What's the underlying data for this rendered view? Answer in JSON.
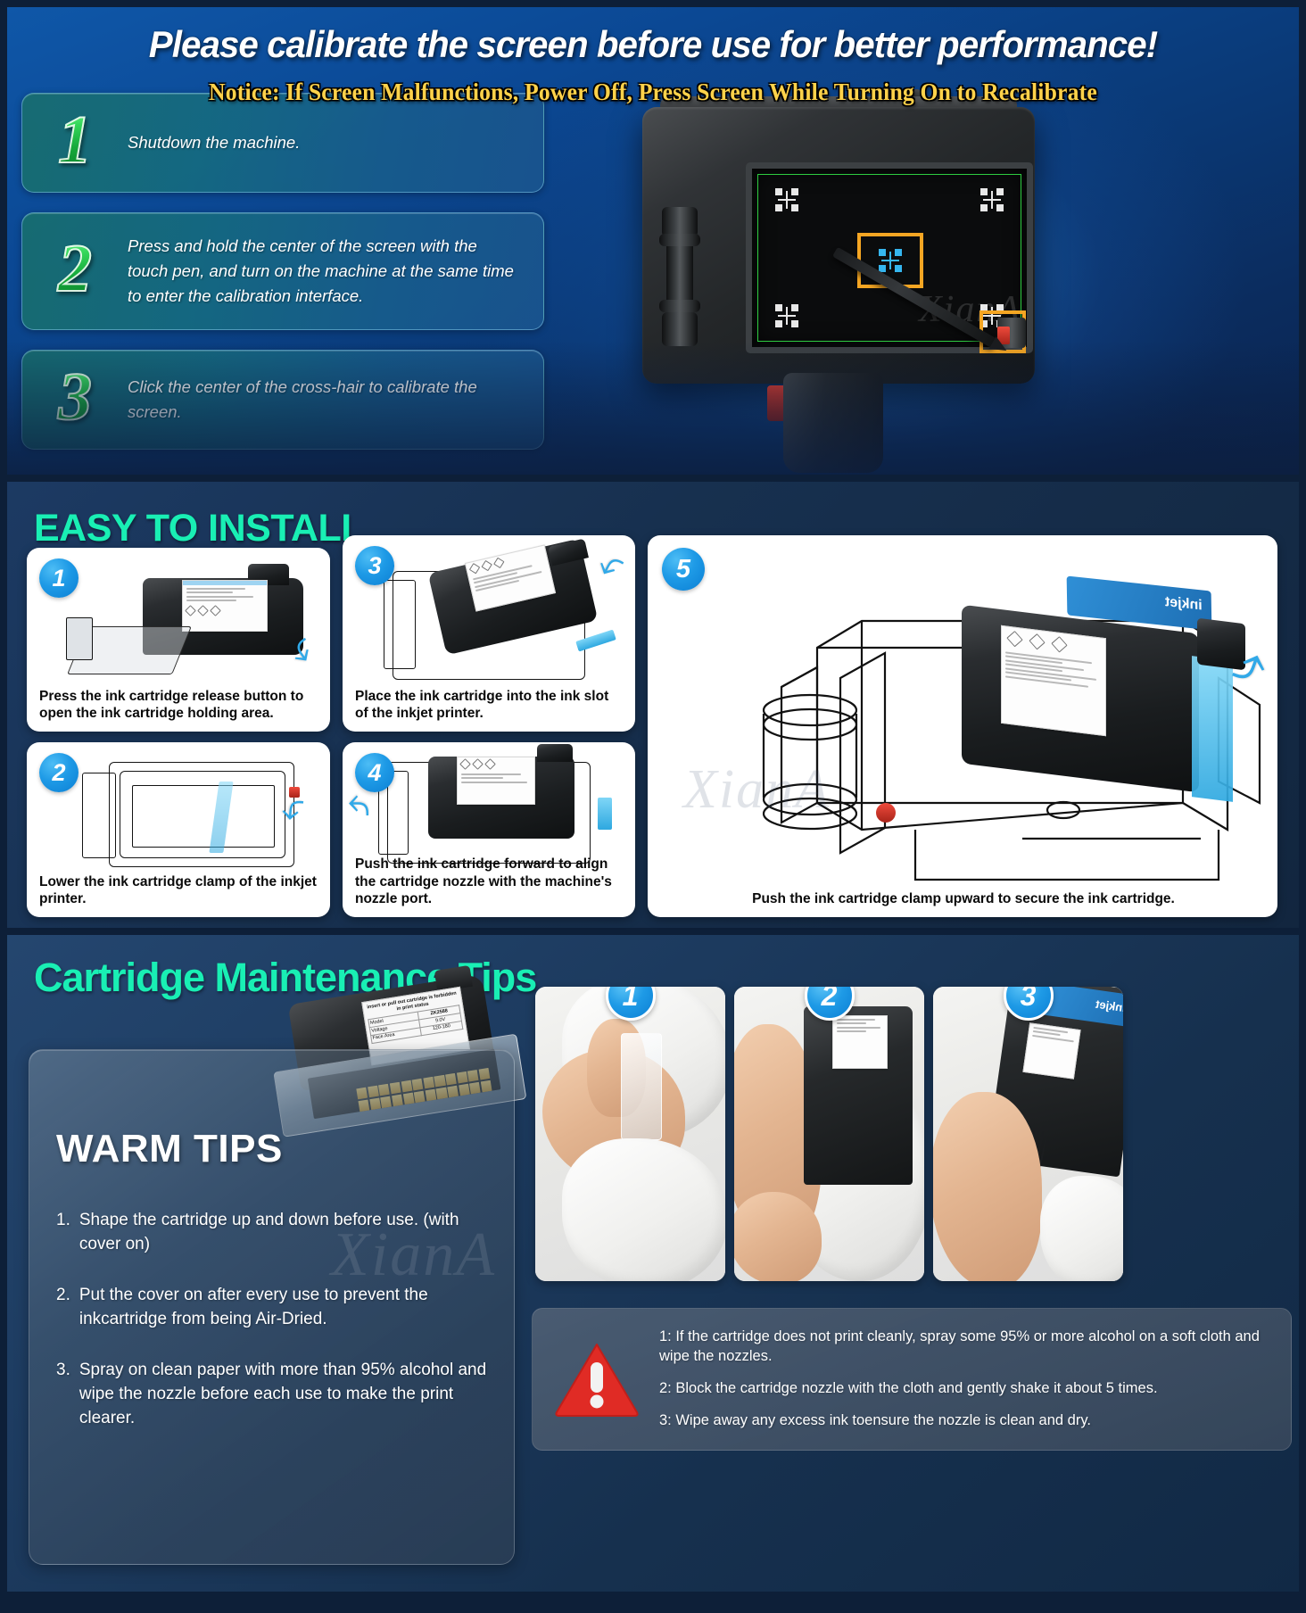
{
  "calibration": {
    "title": "Please calibrate the screen before use for better performance!",
    "notice": "Notice: If Screen Malfunctions, Power Off, Press Screen While Turning On to Recalibrate",
    "steps": [
      {
        "num": "1",
        "text": "Shutdown the machine."
      },
      {
        "num": "2",
        "text": "Press and hold the center of the screen with the touch pen, and turn on the machine at the same time to enter the calibration interface."
      },
      {
        "num": "3",
        "text": "Click the center of the cross-hair to calibrate the screen."
      }
    ],
    "watermark": "XianA"
  },
  "install": {
    "heading": "EASY TO INSTALL",
    "panels": [
      {
        "num": "1",
        "caption": "Press the ink cartridge release button to open the ink cartridge holding area."
      },
      {
        "num": "2",
        "caption": "Lower the ink cartridge clamp of the inkjet printer."
      },
      {
        "num": "3",
        "caption": "Place the ink cartridge into the ink slot of the inkjet printer."
      },
      {
        "num": "4",
        "caption": "Push the ink cartridge forward to align the cartridge nozzle with the machine's nozzle port."
      },
      {
        "num": "5",
        "caption": "Push the ink cartridge clamp upward to secure the ink cartridge."
      }
    ],
    "cartridge_brand": "inkjet",
    "watermark": "XianA"
  },
  "maintenance": {
    "heading": "Cartridge Maintenance Tips",
    "warm_tips": {
      "title": "WARM TIPS",
      "items": [
        {
          "num": "1.",
          "text": "Shape the cartridge up and down before use. (with cover on)"
        },
        {
          "num": "2.",
          "text": "Put the cover on after every use to prevent the inkcartridge from being Air-Dried."
        },
        {
          "num": "3.",
          "text": "Spray on clean paper with more than 95% alcohol and wipe the nozzle before each use to make the print clearer."
        }
      ]
    },
    "cartridge_label": {
      "warning": "insert or pull out cartridge is forbidden in print status",
      "rows": [
        {
          "key": "Model",
          "value": "ZK2588"
        },
        {
          "key": "Voltage",
          "value": "9.0V"
        },
        {
          "key": "Face Area",
          "value": "120-180"
        }
      ]
    },
    "photos": [
      {
        "num": "1"
      },
      {
        "num": "2"
      },
      {
        "num": "3"
      }
    ],
    "photo3_text": "inkjet",
    "warning": {
      "icon": "warning-triangle",
      "items": [
        "1: If the cartridge does not print cleanly, spray some 95% or more alcohol on a soft cloth and wipe the nozzles.",
        "2: Block the cartridge nozzle with the cloth and gently shake it about 5 times.",
        "3: Wipe away any excess ink toensure the nozzle is clean and dry."
      ]
    },
    "watermark": "XianA"
  },
  "colors": {
    "accent_mint": "#19efb4",
    "notice_yellow": "#FFD24A",
    "badge_blue": "#1e9ae6",
    "warn_red": "#e02b25",
    "step_green": "#16a83a"
  }
}
